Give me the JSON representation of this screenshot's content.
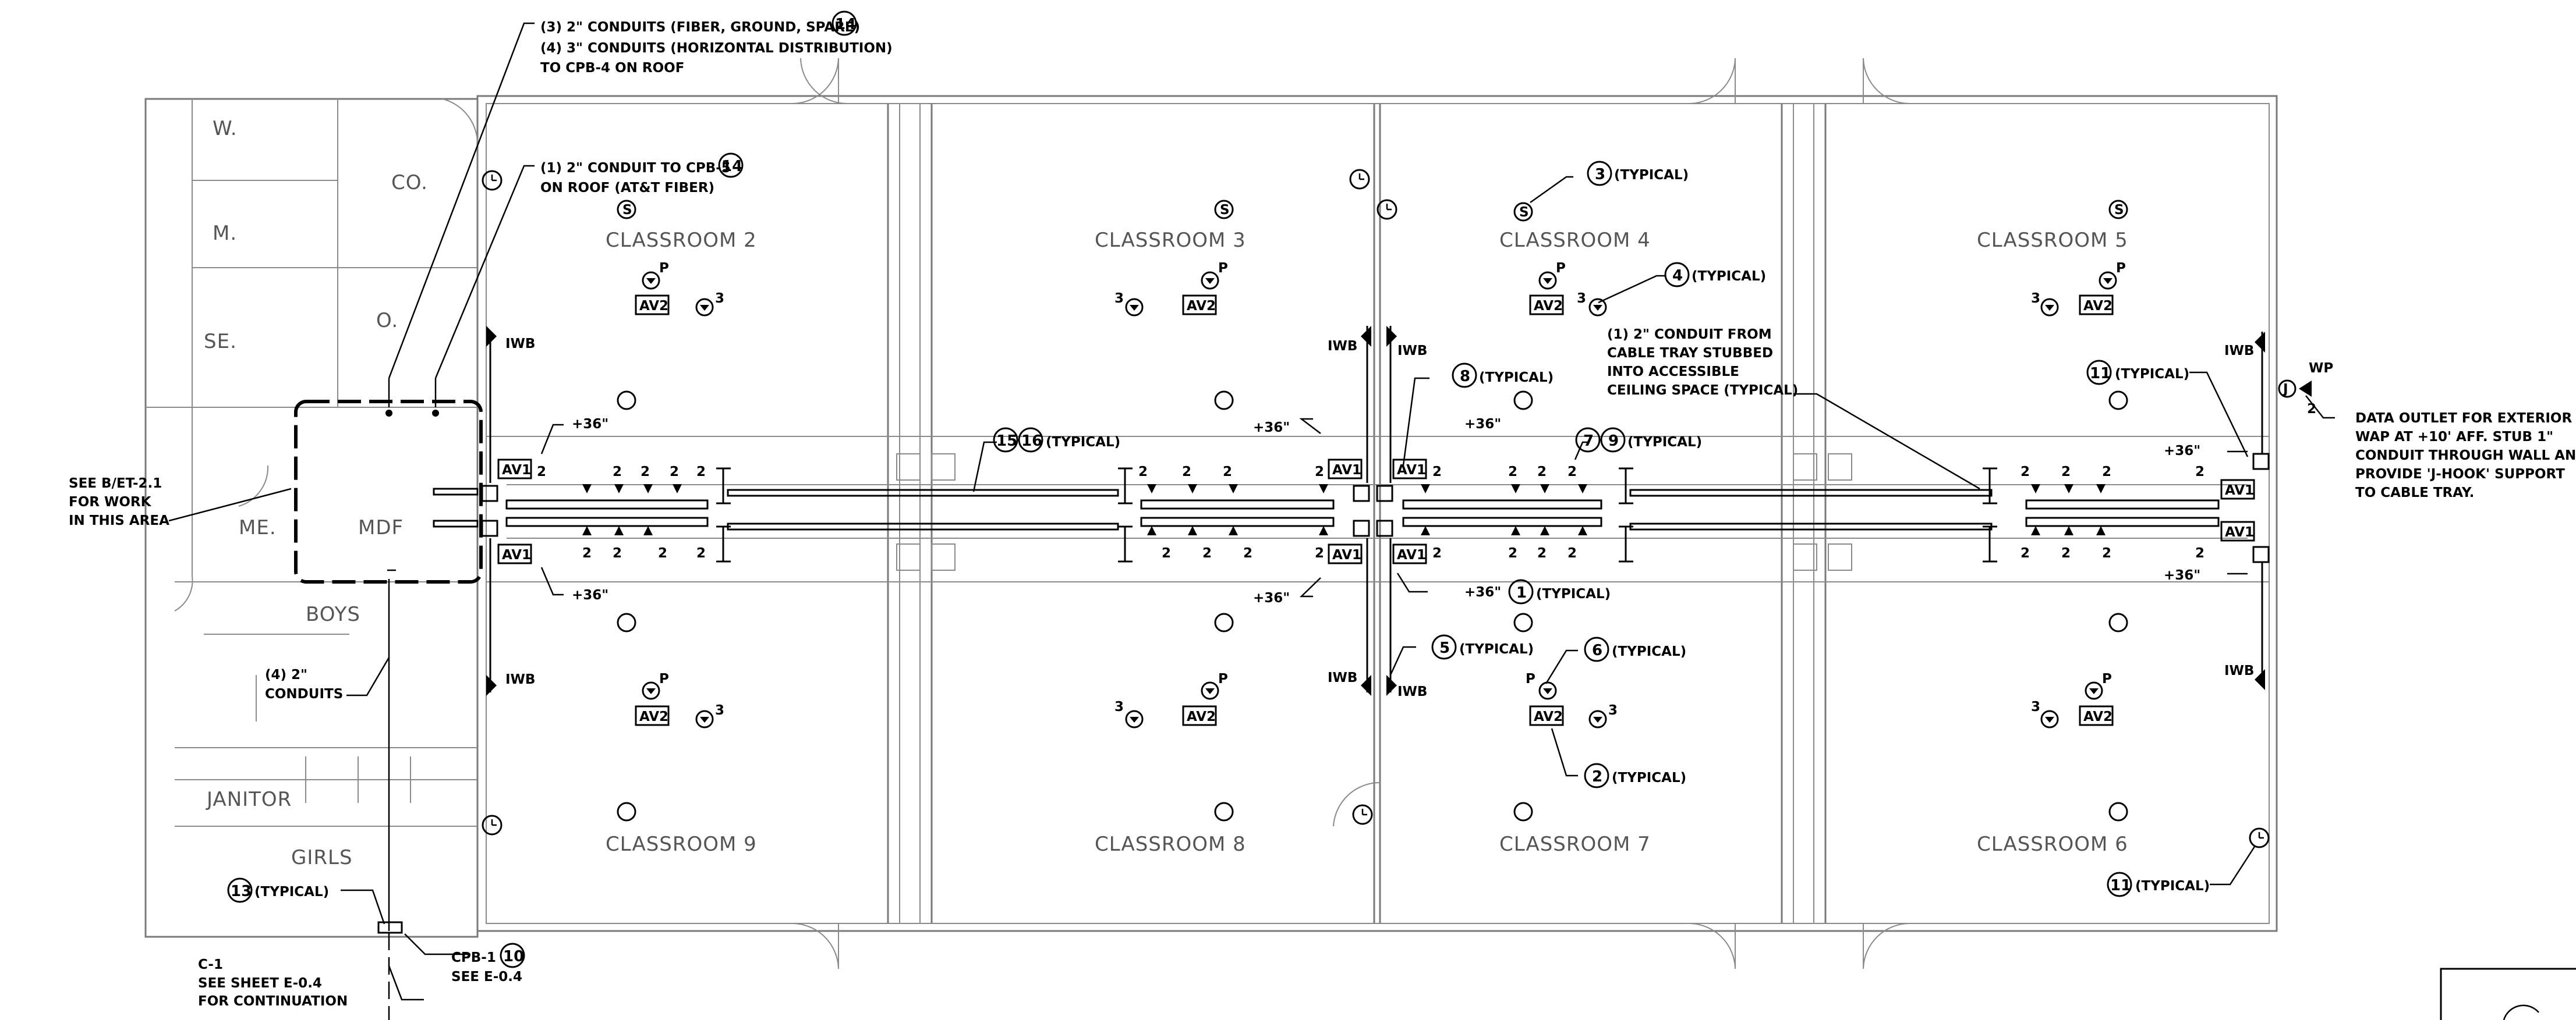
{
  "rooms": {
    "classroom_2": "CLASSROOM 2",
    "classroom_3": "CLASSROOM 3",
    "classroom_4": "CLASSROOM 4",
    "classroom_5": "CLASSROOM 5",
    "classroom_6": "CLASSROOM 6",
    "classroom_7": "CLASSROOM 7",
    "classroom_8": "CLASSROOM 8",
    "classroom_9": "CLASSROOM 9",
    "w": "W.",
    "m": "M.",
    "co": "CO.",
    "se": "SE.",
    "o": "O.",
    "me": "ME.",
    "mdf": "MDF",
    "boys": "BOYS",
    "janitor": "JANITOR",
    "girls": "GIRLS"
  },
  "notes": {
    "top_conduits_1": "(3) 2\" CONDUITS (FIBER, GROUND, SPARE)",
    "top_conduits_2": "(4) 3\" CONDUITS (HORIZONTAL DISTRIBUTION)",
    "top_conduits_3": "TO CPB-4 ON ROOF",
    "cpb5_1": "(1) 2\" CONDUIT TO CPB-5",
    "cpb5_2": "ON ROOF (AT&T FIBER)",
    "see_b_1": "SEE B/ET-2.1",
    "see_b_2": "FOR WORK",
    "see_b_3": "IN THIS AREA",
    "four_conduits_1": "(4) 2\"",
    "four_conduits_2": "CONDUITS",
    "c1_1": "C-1",
    "c1_2": "SEE SHEET E-0.4",
    "c1_3": "FOR CONTINUATION",
    "cpb1_1": "CPB-1",
    "cpb1_2": "SEE E-0.4",
    "stub_1": "(1) 2\" CONDUIT FROM",
    "stub_2": "CABLE TRAY STUBBED",
    "stub_3": "INTO ACCESSIBLE",
    "stub_4": "CEILING SPACE (TYPICAL)",
    "exterior_1": "DATA OUTLET FOR EXTERIOR",
    "exterior_2": "WAP AT +10' AFF. STUB 1\"",
    "exterior_3": "CONDUIT THROUGH WALL AND",
    "exterior_4": "PROVIDE 'J-HOOK' SUPPORT",
    "exterior_5": "TO CABLE TRAY.",
    "typical": "(TYPICAL)"
  },
  "keynotes": {
    "k1": "1",
    "k2": "2",
    "k3": "3",
    "k4": "4",
    "k5": "5",
    "k6": "6",
    "k7": "7",
    "k8": "8",
    "k9": "9",
    "k10": "10",
    "k11": "11",
    "k13": "13",
    "k14": "14",
    "k15": "15",
    "k16": "16"
  },
  "tags": {
    "av1": "AV1",
    "av2": "AV2",
    "iwb": "IWB",
    "p": "P",
    "three": "3",
    "two": "2",
    "plus36": "+36\"",
    "wp": "WP",
    "s": "S",
    "j": "J"
  },
  "colors": {
    "walls": "#7a7a7a",
    "linework": "#000000",
    "background": "#ffffff"
  }
}
